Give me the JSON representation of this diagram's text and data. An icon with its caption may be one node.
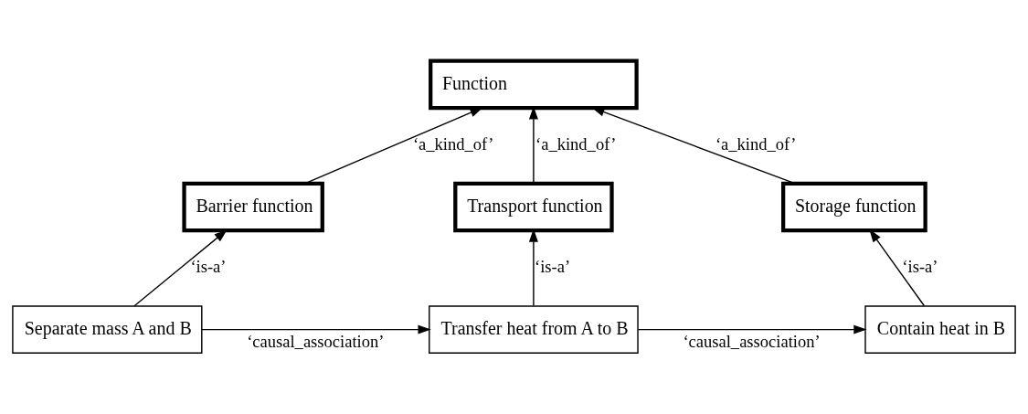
{
  "diagram": {
    "nodes": [
      {
        "text": [
          "Function"
        ]
      },
      {
        "text": [
          "Barrier function"
        ]
      },
      {
        "text": [
          "Transport function"
        ]
      },
      {
        "text": [
          "Storage function"
        ]
      },
      {
        "text": [
          "Separate mass A and B"
        ]
      },
      {
        "text": [
          "Transfer heat from A to B"
        ]
      },
      {
        "text": [
          "Contain heat in B"
        ]
      }
    ],
    "edges": [
      {
        "from": 1,
        "to": 0,
        "arrow": "to",
        "label": "‘a_kind_of’"
      },
      {
        "from": 2,
        "to": 0,
        "arrow": "to",
        "label": "‘a_kind_of’"
      },
      {
        "from": 3,
        "to": 0,
        "arrow": "to",
        "label": "‘a_kind_of’"
      },
      {
        "from": 4,
        "to": 1,
        "arrow": "to",
        "label": "‘is-a’"
      },
      {
        "from": 5,
        "to": 2,
        "arrow": "to",
        "label": "‘is-a’"
      },
      {
        "from": 6,
        "to": 3,
        "arrow": "to",
        "label": "‘is-a’"
      },
      {
        "from": 4,
        "to": 5,
        "arrow": "to",
        "label": "‘causal_association’"
      },
      {
        "from": 5,
        "to": 6,
        "arrow": "to",
        "label": "‘causal_association’"
      }
    ]
  }
}
